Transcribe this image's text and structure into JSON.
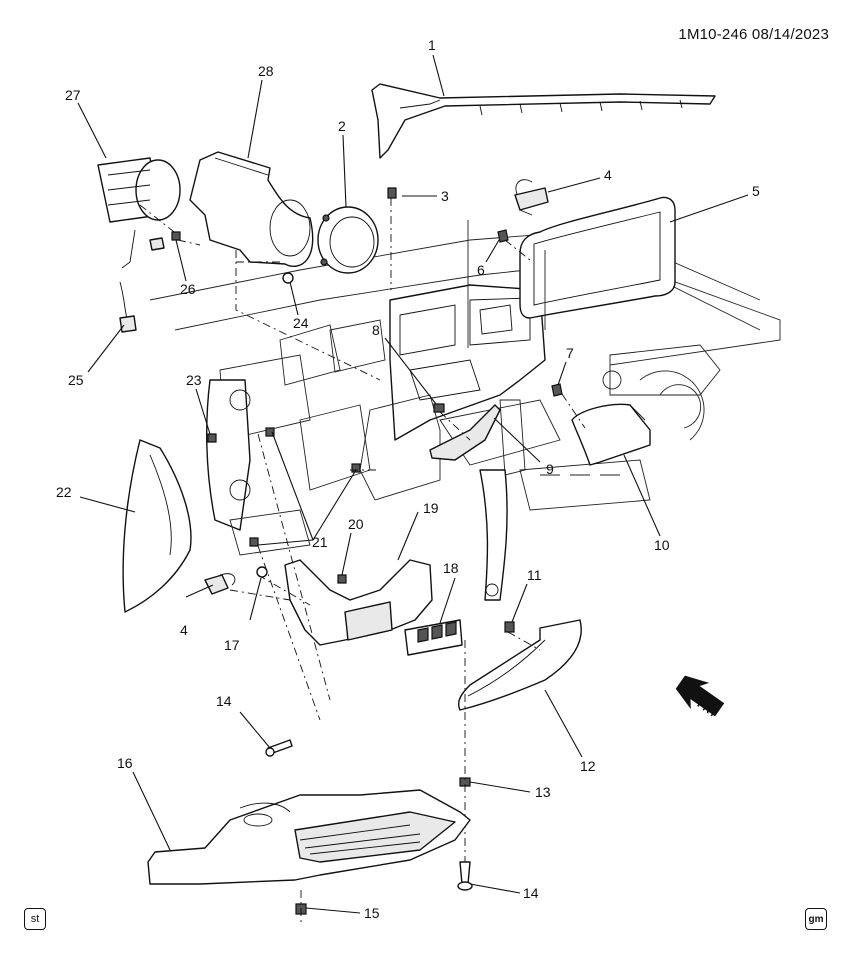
{
  "header": {
    "doc_id": "1M10-246  08/14/2023"
  },
  "callouts": [
    {
      "key": "c1",
      "label": "1"
    },
    {
      "key": "c2",
      "label": "2"
    },
    {
      "key": "c3",
      "label": "3"
    },
    {
      "key": "c4a",
      "label": "4"
    },
    {
      "key": "c4b",
      "label": "4"
    },
    {
      "key": "c5",
      "label": "5"
    },
    {
      "key": "c6",
      "label": "6"
    },
    {
      "key": "c7",
      "label": "7"
    },
    {
      "key": "c8",
      "label": "8"
    },
    {
      "key": "c9",
      "label": "9"
    },
    {
      "key": "c10",
      "label": "10"
    },
    {
      "key": "c11",
      "label": "11"
    },
    {
      "key": "c12",
      "label": "12"
    },
    {
      "key": "c13",
      "label": "13"
    },
    {
      "key": "c14a",
      "label": "14"
    },
    {
      "key": "c14b",
      "label": "14"
    },
    {
      "key": "c15",
      "label": "15"
    },
    {
      "key": "c16",
      "label": "16"
    },
    {
      "key": "c17",
      "label": "17"
    },
    {
      "key": "c18",
      "label": "18"
    },
    {
      "key": "c19",
      "label": "19"
    },
    {
      "key": "c20",
      "label": "20"
    },
    {
      "key": "c21",
      "label": "21"
    },
    {
      "key": "c22",
      "label": "22"
    },
    {
      "key": "c23",
      "label": "23"
    },
    {
      "key": "c24",
      "label": "24"
    },
    {
      "key": "c25",
      "label": "25"
    },
    {
      "key": "c26",
      "label": "26"
    },
    {
      "key": "c27",
      "label": "27"
    },
    {
      "key": "c28",
      "label": "28"
    }
  ],
  "direction_indicator": {
    "label": "FRT",
    "icon": "front-arrow-icon"
  },
  "badges": {
    "left": "st",
    "right": "gm"
  }
}
